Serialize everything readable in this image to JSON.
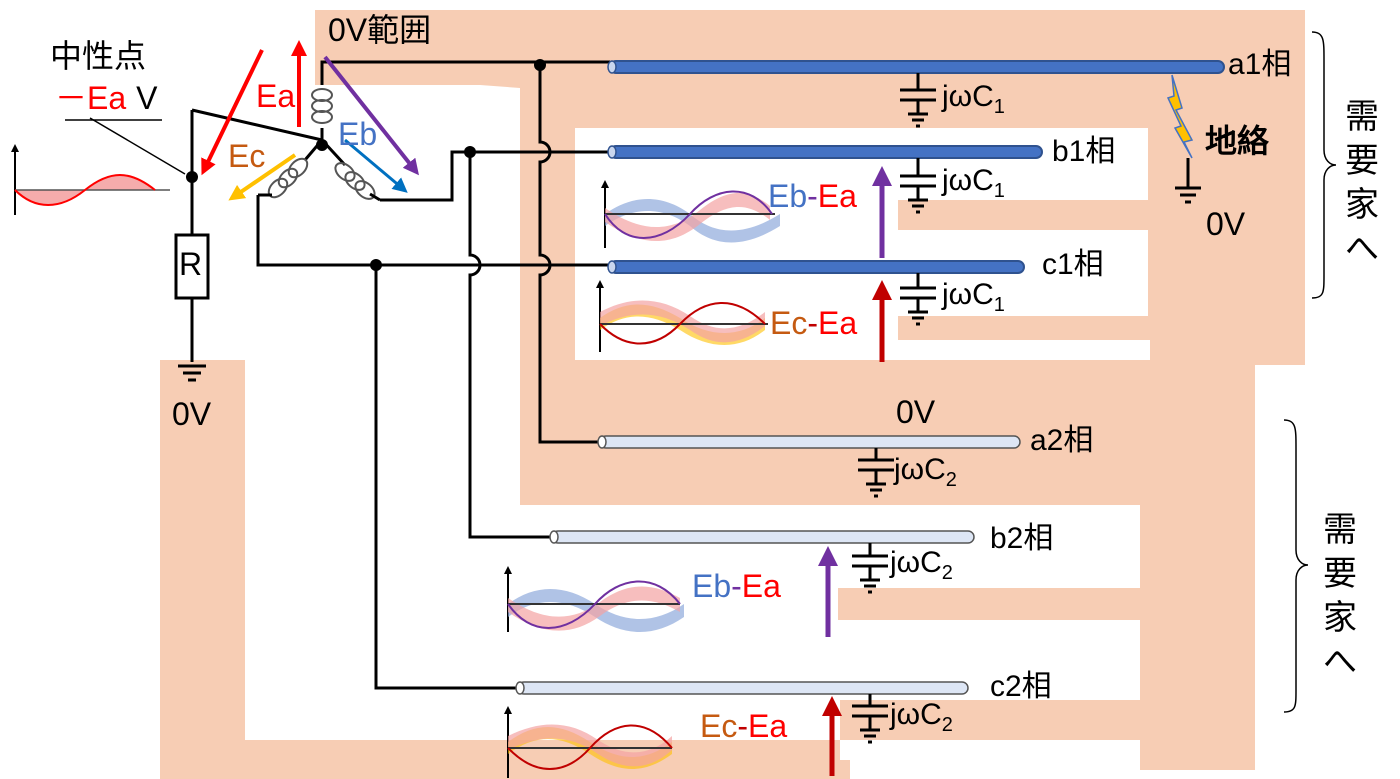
{
  "neutral": {
    "title": "中性点",
    "voltage_sign": "－",
    "voltage_e": "Ea",
    "voltage_unit": "V"
  },
  "resistor": {
    "label": "R"
  },
  "ground_left": {
    "label": "0V"
  },
  "zero_volt_range": {
    "label": "0V範囲"
  },
  "sources": {
    "ea": "Ea",
    "eb": "Eb",
    "ec": "Ec"
  },
  "lines": {
    "a1": "a1相",
    "b1": "b1相",
    "c1": "c1相",
    "a2": "a2相",
    "b2": "b2相",
    "c2": "c2相"
  },
  "capacitors": {
    "c1_prefix": "jωC",
    "c1_sub": "1",
    "c2_prefix": "jωC",
    "c2_sub": "2"
  },
  "diff_labels": {
    "eb_part": "Eb",
    "ec_part": "Ec",
    "dash": "-",
    "ea_part": "Ea"
  },
  "fault": {
    "label": "地絡",
    "voltage": "0V"
  },
  "zero_volt_a2": {
    "label": "0V"
  },
  "customer_label_1": "需要家へ",
  "customer_label_2": "需要家へ",
  "colors": {
    "zone": "#f7cdb4",
    "line1": "#4472c4",
    "line2": "#dde6f5",
    "ea": "#ff0000",
    "eb": "#7030a0",
    "ec": "#ffc000",
    "eb_text": "#4472c4",
    "ec_text": "#c55a11",
    "fault": "#ffc000"
  }
}
